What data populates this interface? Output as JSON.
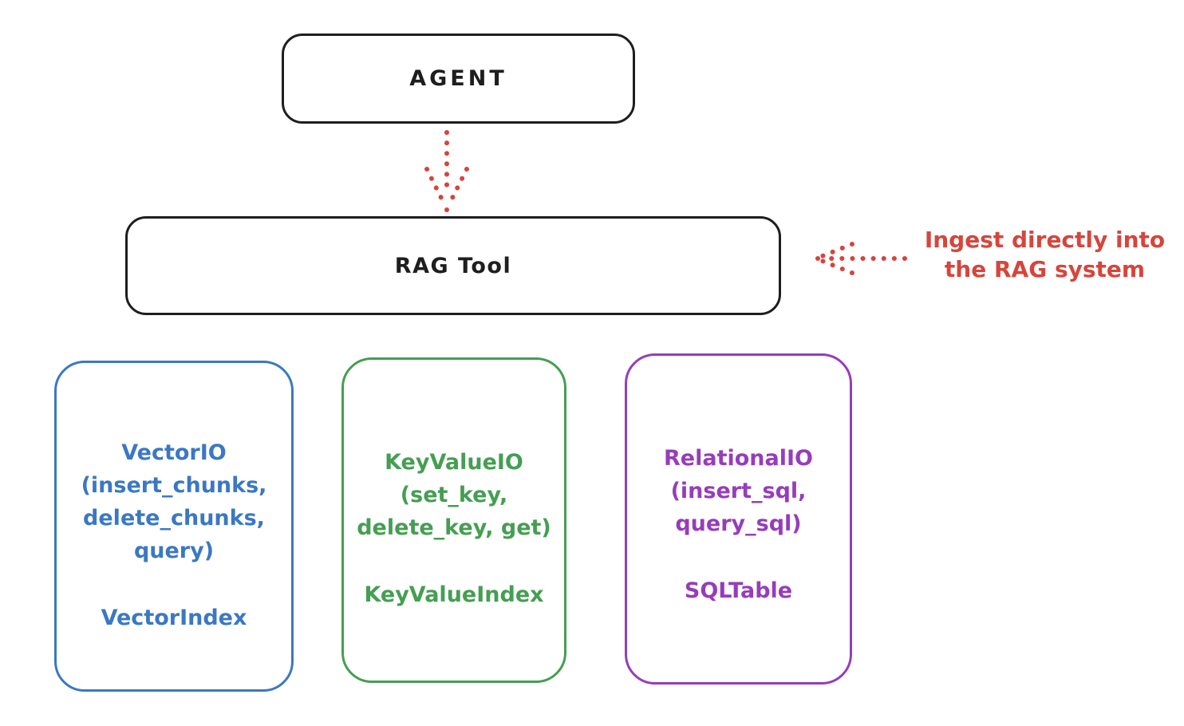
{
  "diagram": {
    "agent_box": {
      "label": "AGENT"
    },
    "rag_box": {
      "label": "RAG Tool"
    },
    "annotation": {
      "line1": "Ingest directly into",
      "line2": "the RAG system"
    },
    "io_boxes": [
      {
        "name": "vector-io",
        "lines": [
          "VectorIO",
          "(insert_chunks,",
          "delete_chunks,",
          "query)"
        ],
        "index_label": "VectorIndex",
        "color": "#3b78c3"
      },
      {
        "name": "keyvalue-io",
        "lines": [
          "KeyValueIO",
          "(set_key,",
          "delete_key, get)"
        ],
        "index_label": "KeyValueIndex",
        "color": "#459e52"
      },
      {
        "name": "relational-io",
        "lines": [
          "RelationalIO",
          "(insert_sql,",
          "query_sql)"
        ],
        "index_label": "SQLTable",
        "color": "#963dba"
      }
    ],
    "colors": {
      "stroke_black": "#1e1e1e",
      "red": "#d6453c",
      "blue": "#3b78c3",
      "green": "#459e52",
      "purple": "#963dba",
      "background": "#ffffff"
    }
  }
}
